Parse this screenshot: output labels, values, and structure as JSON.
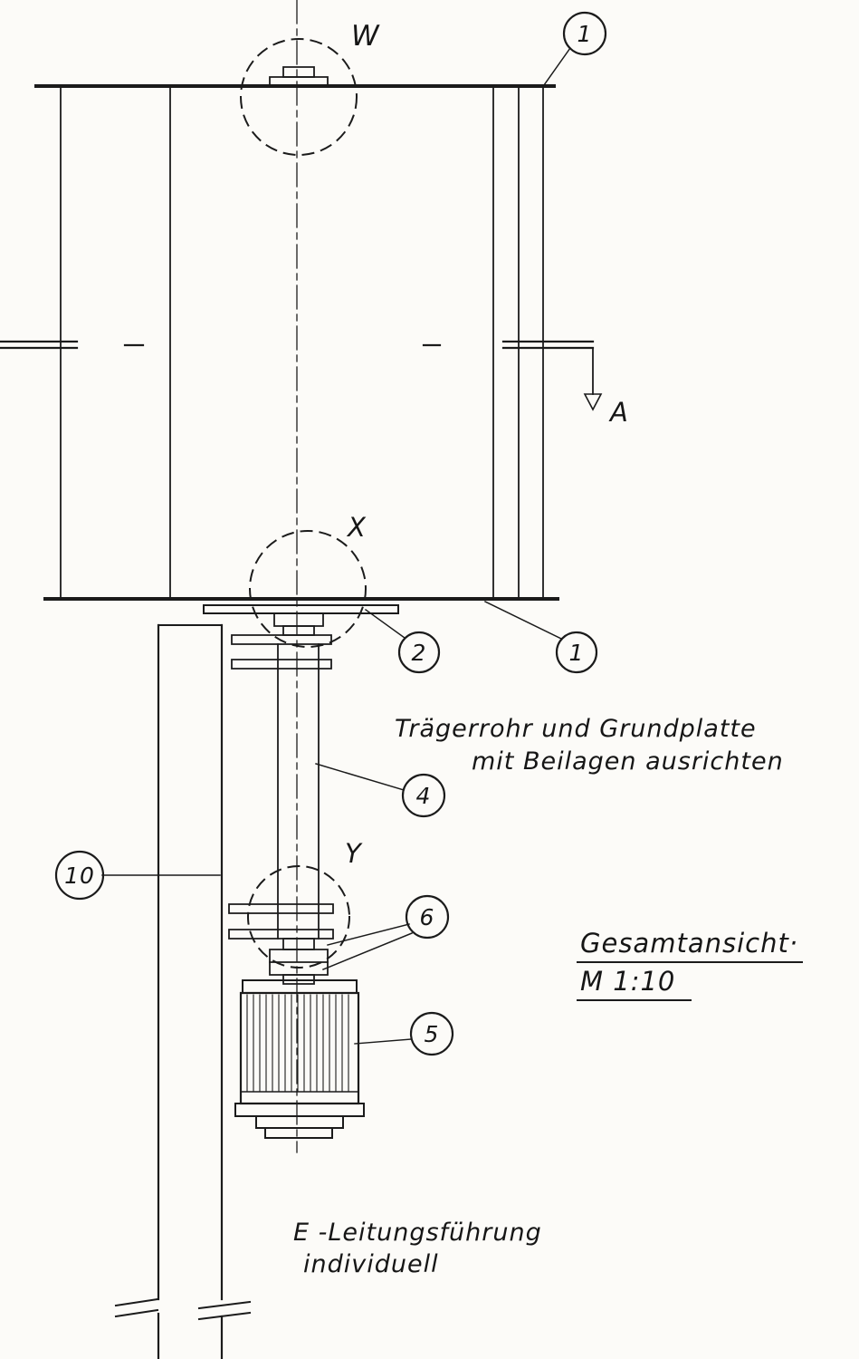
{
  "page": {
    "background": "#fcfbf8",
    "ink": "#1b1b1b"
  },
  "labels": {
    "detail_w": "W",
    "detail_x": "X",
    "detail_y": "Y",
    "section_a": "A"
  },
  "balloons": {
    "top_plate": "1",
    "bottom_plate": "1",
    "hub": "2",
    "support_tube": "4",
    "motor": "5",
    "coupling": "6",
    "column": "10"
  },
  "notes": {
    "alignment_line1": "Trägerrohr und Grundplatte",
    "alignment_line2": "mit Beilagen ausrichten",
    "view_title": "Gesamtansicht·",
    "view_scale": "M 1:10",
    "cable_line1": "E -Leitungsführung",
    "cable_line2": "individuell"
  }
}
